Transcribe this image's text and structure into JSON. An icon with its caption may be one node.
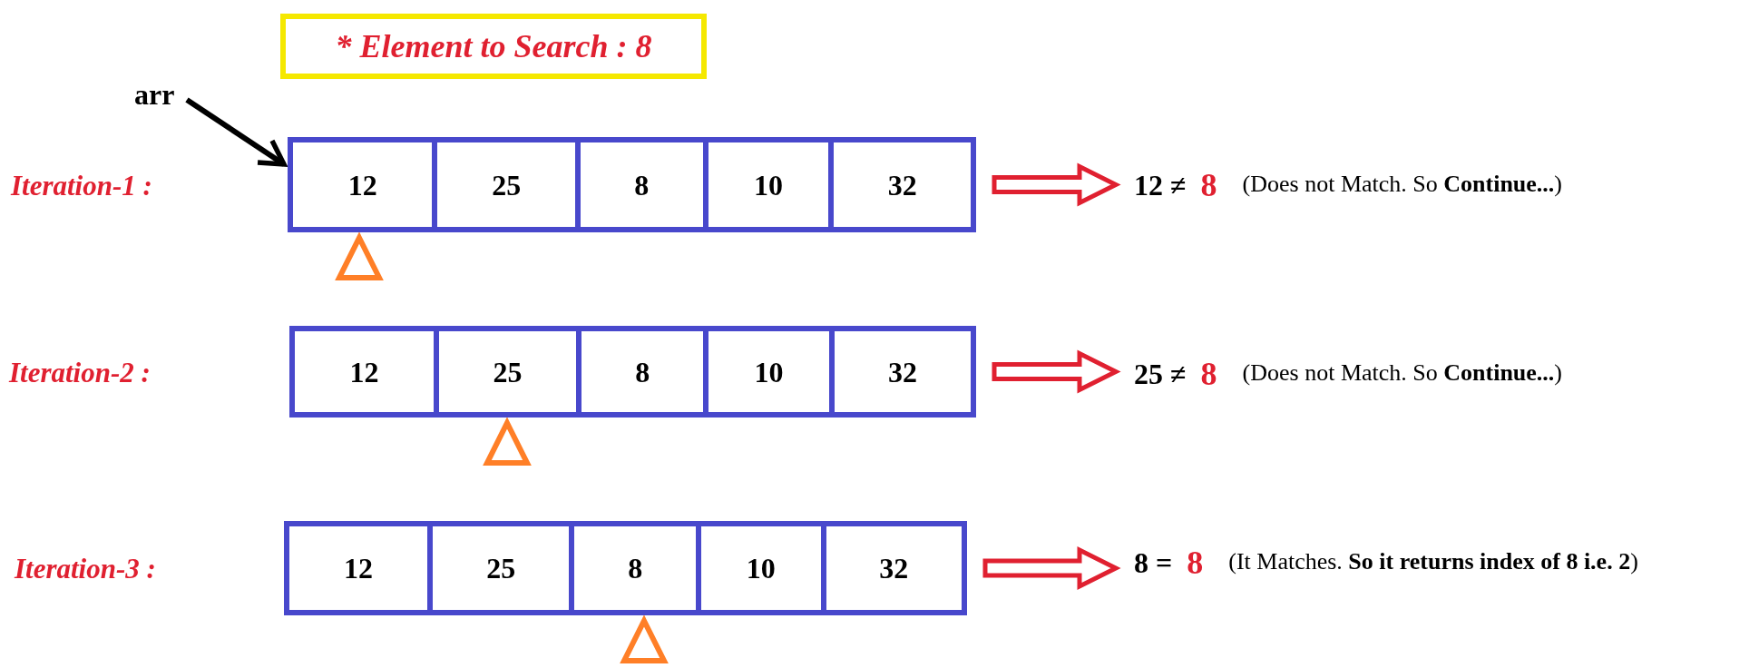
{
  "diagram": {
    "nodes": [
      {
        "text": [
          "* Element to Search : 8"
        ]
      },
      {
        "text": [
          "arr"
        ]
      },
      {
        "text": [],
        "shape": "box"
      },
      {
        "text": [
          "12"
        ],
        "in": 2
      },
      {
        "text": [
          "25"
        ],
        "in": 2
      },
      {
        "text": [
          "8"
        ],
        "in": 2
      },
      {
        "text": [
          "10"
        ],
        "in": 2
      },
      {
        "text": [
          "32"
        ],
        "in": 2
      },
      {
        "text": [
          "12 ≠",
          "8",
          "(Does not Match. So **Continue...**)"
        ]
      },
      {
        "text": [],
        "shape": "box"
      },
      {
        "text": [
          "12"
        ],
        "in": 9
      },
      {
        "text": [
          "25"
        ],
        "in": 9
      },
      {
        "text": [
          "8"
        ],
        "in": 9
      },
      {
        "text": [
          "10"
        ],
        "in": 9
      },
      {
        "text": [
          "32"
        ],
        "in": 9
      },
      {
        "text": [
          "25 ≠",
          "8",
          "(Does not Match. So **Continue...**)"
        ]
      },
      {
        "text": [],
        "shape": "box"
      },
      {
        "text": [
          "12"
        ],
        "in": 16
      },
      {
        "text": [
          "25"
        ],
        "in": 16
      },
      {
        "text": [
          "8"
        ],
        "in": 16
      },
      {
        "text": [
          "10"
        ],
        "in": 16
      },
      {
        "text": [
          "32"
        ],
        "in": 16
      },
      {
        "text": [
          "8 =",
          "8",
          "(It Matches. **So it returns index of  8 i.e. 2**)"
        ]
      }
    ],
    "edges": [
      {
        "from": 1,
        "to": 3,
        "arrow": "to",
        "color": "#000000"
      },
      {
        "from": 2,
        "to": 8,
        "arrow": "to",
        "style": "thick"
      },
      {
        "from": 9,
        "to": 15,
        "arrow": "to",
        "style": "thick"
      },
      {
        "from": 16,
        "to": 22,
        "arrow": "to",
        "style": "thick"
      }
    ],
    "labels": [
      "Iteration-1 :",
      "Iteration-2 :",
      "Iteration-3 :"
    ]
  }
}
